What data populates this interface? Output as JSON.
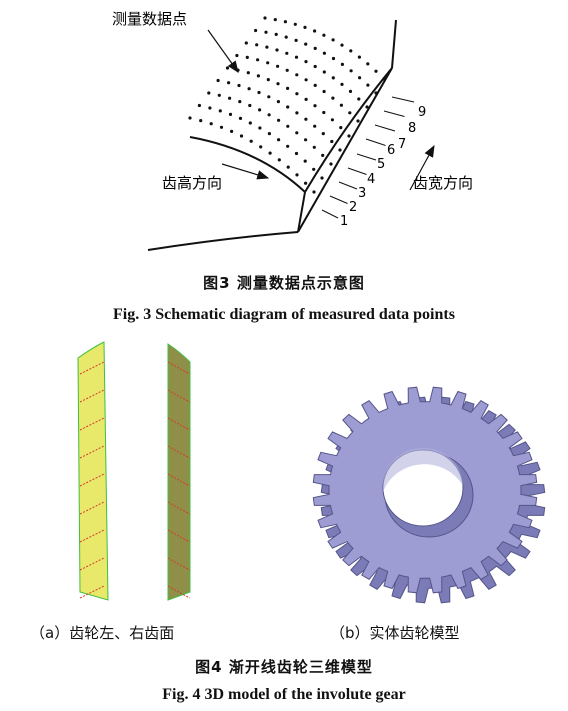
{
  "figure3": {
    "label_points": "测量数据点",
    "label_height_dir": "齿高方向",
    "label_width_dir": "齿宽方向",
    "row_numbers": [
      "1",
      "2",
      "3",
      "4",
      "5",
      "6",
      "7",
      "8",
      "9"
    ],
    "caption_cn": "图3   测量数据点示意图",
    "caption_en": "Fig. 3    Schematic diagram of measured data points"
  },
  "figure4": {
    "sub_a": "（a）齿轮左、右齿面",
    "sub_b": "（b）实体齿轮模型",
    "caption_cn": "图4   渐开线齿轮三维模型",
    "caption_en": "Fig. 4    3D model of the involute gear",
    "colors": {
      "left_flank": "#e8e86a",
      "right_flank": "#8f8f4a",
      "edge_green": "#3fbf3f",
      "curve_red": "#d43a2a",
      "gear_face": "#9d9dd4",
      "gear_side": "#7b7bb8"
    }
  }
}
